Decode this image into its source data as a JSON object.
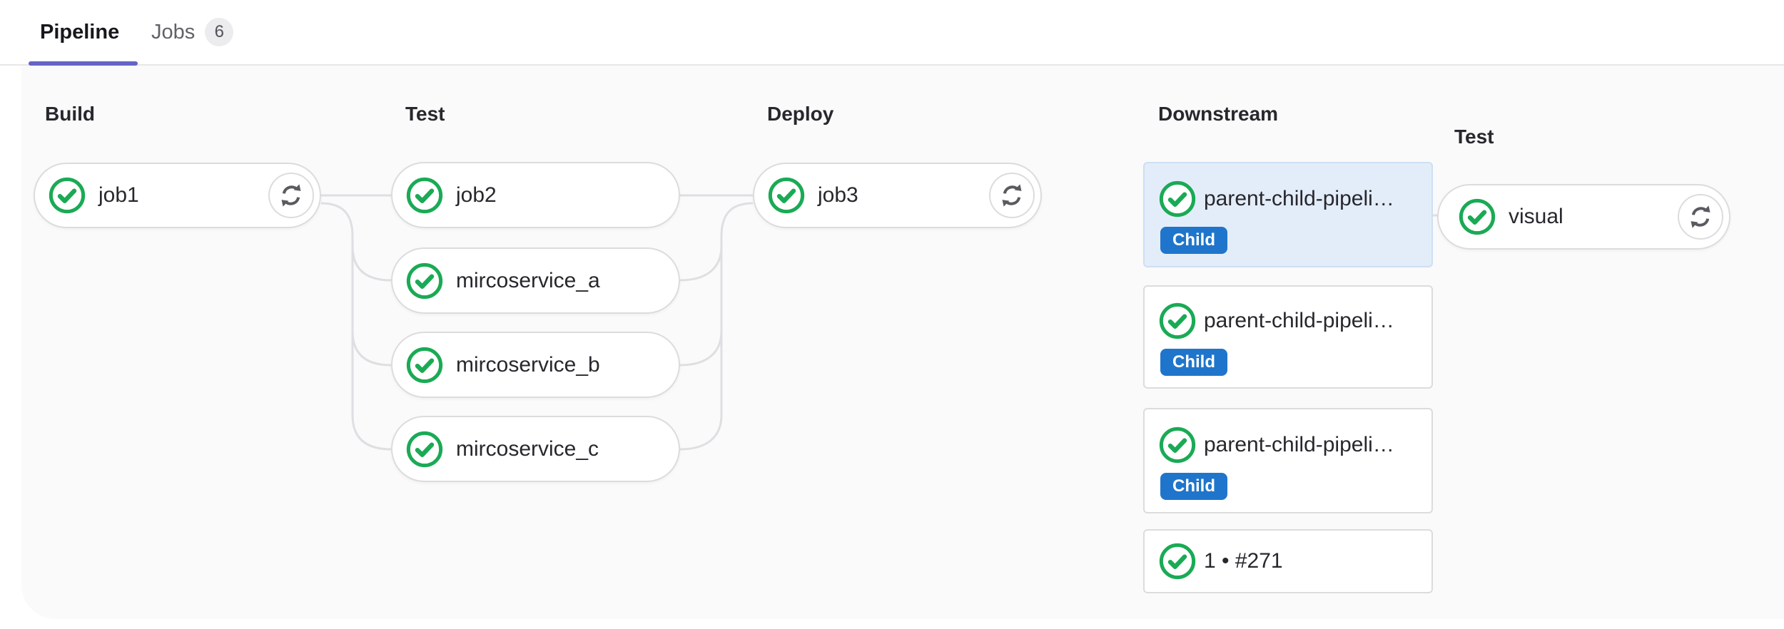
{
  "tabs": {
    "pipeline_label": "Pipeline",
    "jobs_label": "Jobs",
    "jobs_count": "6"
  },
  "stages": [
    {
      "title": "Build",
      "jobs": [
        {
          "name": "job1",
          "status": "passed",
          "can_retry": true
        }
      ]
    },
    {
      "title": "Test",
      "jobs": [
        {
          "name": "job2",
          "status": "passed"
        },
        {
          "name": "mircoservice_a",
          "status": "passed"
        },
        {
          "name": "mircoservice_b",
          "status": "passed"
        },
        {
          "name": "mircoservice_c",
          "status": "passed"
        }
      ]
    },
    {
      "title": "Deploy",
      "jobs": [
        {
          "name": "job3",
          "status": "passed",
          "can_retry": true
        }
      ]
    }
  ],
  "downstream": {
    "title": "Downstream",
    "pipelines": [
      {
        "label": "parent-child-pipeli…",
        "badge": "Child",
        "status": "passed",
        "selected": true
      },
      {
        "label": "parent-child-pipeli…",
        "badge": "Child",
        "status": "passed",
        "selected": false
      },
      {
        "label": "parent-child-pipeli…",
        "badge": "Child",
        "status": "passed",
        "selected": false
      },
      {
        "label": "1 • #271",
        "status": "passed",
        "selected": false
      }
    ],
    "expanded_stage": {
      "title": "Test",
      "jobs": [
        {
          "name": "visual",
          "status": "passed",
          "can_retry": true
        }
      ]
    }
  },
  "colors": {
    "success_green": "#1aaa55",
    "retry_gray": "#5b5a60",
    "badge_blue": "#1f75cb",
    "tab_indicator": "#6464c8",
    "connector": "#dfdfe3",
    "graph_background": "#fafafa",
    "selected_card_background": "#e3edf9"
  }
}
